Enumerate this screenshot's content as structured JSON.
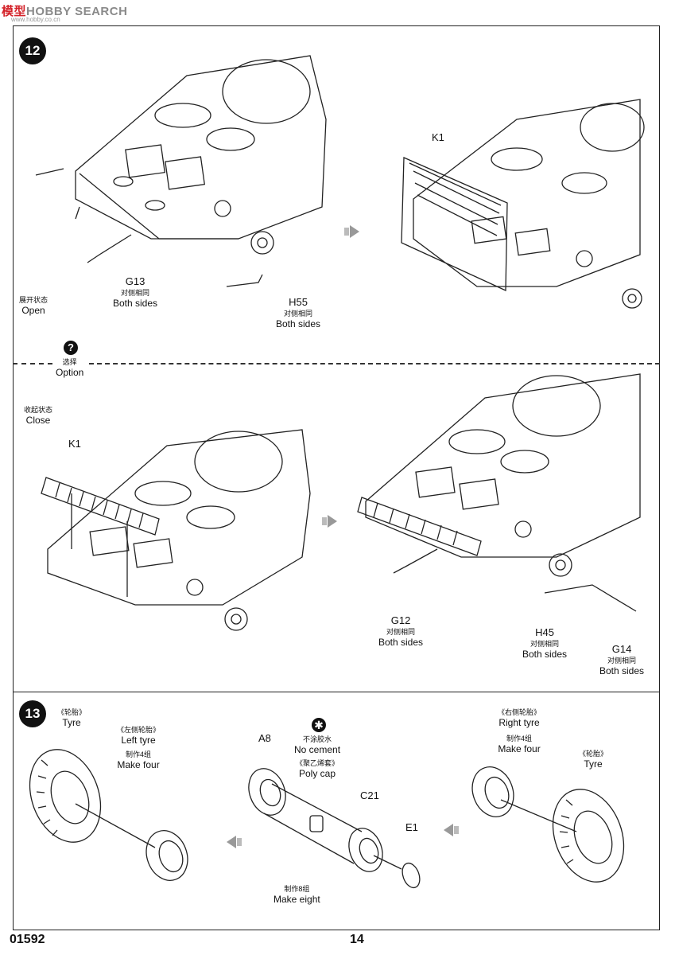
{
  "watermark": {
    "brand_red": "模型",
    "brand_gray": "SEARCH",
    "brand_prefix": "HOBBY",
    "site": "www.hobby.co.cn"
  },
  "step12": {
    "number": "12",
    "open": {
      "cn": "展开状态",
      "en": "Open"
    },
    "g13": {
      "code": "G13",
      "cn": "对侧相同",
      "en": "Both sides"
    },
    "h55": {
      "code": "H55",
      "cn": "对侧相同",
      "en": "Both sides"
    },
    "k1_top": "K1",
    "option": {
      "cn": "选择",
      "en": "Option",
      "icon": "question-icon"
    },
    "close": {
      "cn": "收起状态",
      "en": "Close"
    },
    "k1_bottom": "K1",
    "g12": {
      "code": "G12",
      "cn": "对侧相同",
      "en": "Both sides"
    },
    "h45": {
      "code": "H45",
      "cn": "对侧相同",
      "en": "Both sides"
    },
    "g14": {
      "code": "G14",
      "cn": "对侧相同",
      "en": "Both sides"
    }
  },
  "step13": {
    "number": "13",
    "tyre_left": {
      "cn": "《轮胎》",
      "en": "Tyre"
    },
    "left_tyre": {
      "cn": "《左侧轮胎》",
      "en": "Left  tyre",
      "make_cn": "制作4组",
      "make_en": "Make four"
    },
    "a8": "A8",
    "no_cement": {
      "cn": "不涂胶水",
      "en": "No cement",
      "icon": "no-cement-icon"
    },
    "poly_cap": {
      "cn": "《聚乙烯套》",
      "en": "Poly cap"
    },
    "c21": "C21",
    "e1": "E1",
    "make_eight": {
      "cn": "制作8组",
      "en": "Make eight"
    },
    "right_tyre": {
      "cn": "《右侧轮胎》",
      "en": "Right tyre",
      "make_cn": "制作4组",
      "make_en": "Make four"
    },
    "tyre_right": {
      "cn": "《轮胎》",
      "en": "Tyre"
    }
  },
  "footer": {
    "product_code": "01592",
    "page_number": "14"
  },
  "colors": {
    "ink": "#111111",
    "arrow": "#999999",
    "watermark_red": "#d4232a"
  }
}
